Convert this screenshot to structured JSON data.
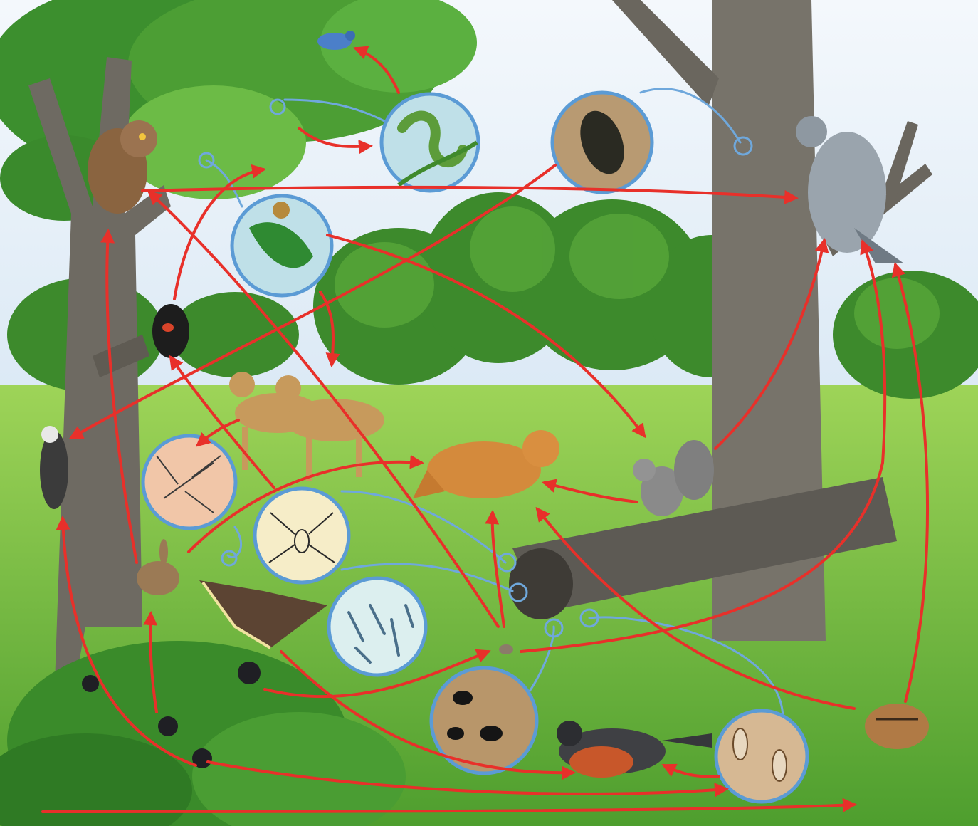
{
  "colors": {
    "sky": "#e8f2fb",
    "grass_light": "#8fcc4a",
    "grass_dark": "#3f8f2a",
    "foliage": "#2f7a2a",
    "foliage_light": "#6fb83c",
    "bark": "#6e6a62",
    "bark_dark": "#4a463f",
    "arrow": "#e8302a",
    "leader": "#6fa8dc",
    "inset_border": "#5b9bd5"
  },
  "organisms": [
    {
      "name": "bluebird",
      "icon": "bird-icon"
    },
    {
      "name": "caterpillar-on-leaf",
      "icon": "caterpillar-icon"
    },
    {
      "name": "water-beetle",
      "icon": "beetle-icon"
    },
    {
      "name": "hawk",
      "icon": "hawk-icon"
    },
    {
      "name": "owl",
      "icon": "owl-icon"
    },
    {
      "name": "oak-leaves-acorns",
      "icon": "leaf-icon"
    },
    {
      "name": "red-winged-blackbird",
      "icon": "bird-icon"
    },
    {
      "name": "deer",
      "icon": "deer-icon"
    },
    {
      "name": "woodpecker",
      "icon": "woodpecker-icon"
    },
    {
      "name": "mosquito",
      "icon": "mosquito-icon"
    },
    {
      "name": "spider",
      "icon": "spider-icon"
    },
    {
      "name": "fox",
      "icon": "fox-icon"
    },
    {
      "name": "squirrel",
      "icon": "squirrel-icon"
    },
    {
      "name": "rabbit",
      "icon": "rabbit-icon"
    },
    {
      "name": "moth",
      "icon": "moth-icon"
    },
    {
      "name": "bacteria",
      "icon": "bacteria-icon"
    },
    {
      "name": "mouse",
      "icon": "mouse-icon"
    },
    {
      "name": "blackberries",
      "icon": "berry-icon"
    },
    {
      "name": "ants",
      "icon": "ant-icon"
    },
    {
      "name": "robin",
      "icon": "robin-icon"
    },
    {
      "name": "termites",
      "icon": "termite-icon"
    },
    {
      "name": "chipmunk",
      "icon": "chipmunk-icon"
    }
  ]
}
